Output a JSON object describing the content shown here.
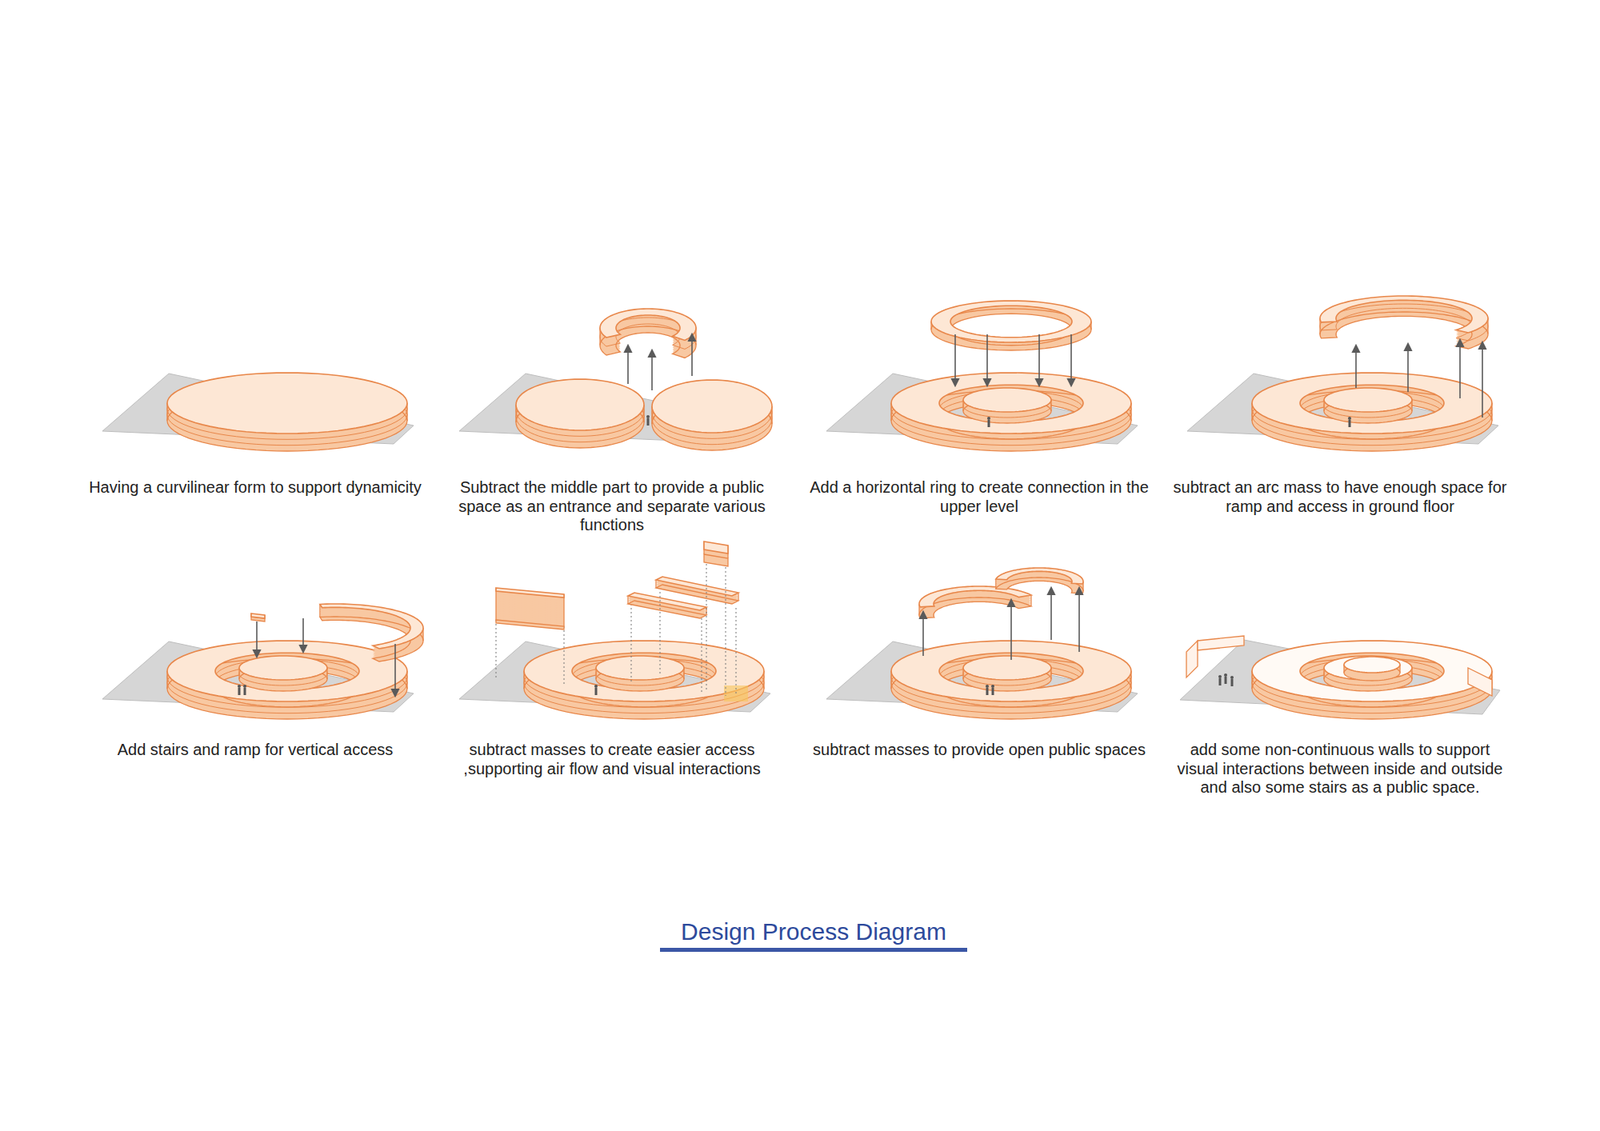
{
  "diagram": {
    "title": "Design Process Diagram",
    "labels": [
      "Having a curvilinear form to support dynamicity",
      "Subtract the middle part to provide a public space as an entrance and separate various functions",
      "Add a horizontal ring to create connection in the upper level",
      "subtract an arc mass to have enough space for ramp and access in ground floor",
      "Add stairs and ramp for vertical access",
      "subtract masses to create easier access ,supporting air flow and visual interactions",
      "subtract masses to provide open public spaces",
      "add some non-continuous walls to support visual interactions between inside and outside and also some stairs as a public space."
    ]
  }
}
